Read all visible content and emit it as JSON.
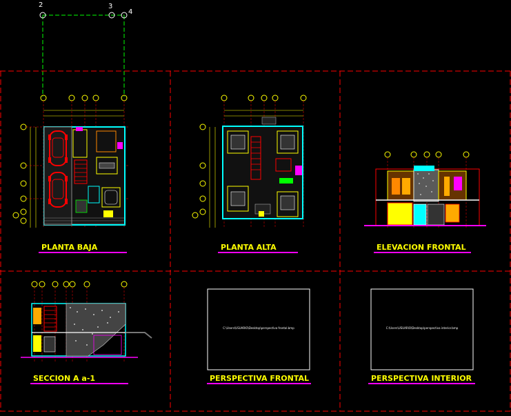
{
  "grid_markers_top": [
    "2",
    "3",
    "4"
  ],
  "panels": [
    {
      "title": "PLANTA BAJA"
    },
    {
      "title": "PLANTA ALTA"
    },
    {
      "title": "ELEVACION FRONTAL"
    },
    {
      "title": "SECCION A a-1"
    },
    {
      "title": "PERSPECTIVA FRONTAL",
      "image_path": "C:\\Users\\USUARIO\\Desktop\\perspectiva frontal.bmp"
    },
    {
      "title": "PERSPECTIVA INTERIOR",
      "image_path": "C:\\Users\\USUARIO\\Desktop\\perspectiva interior.bmp"
    }
  ],
  "colors": {
    "background": "#000000",
    "panel_border": "#ff0000",
    "title_text": "#ffff00",
    "title_underline": "#ff00ff",
    "grid_line": "#00ff00",
    "marker": "#ffff00",
    "wall": "#00ffff"
  }
}
